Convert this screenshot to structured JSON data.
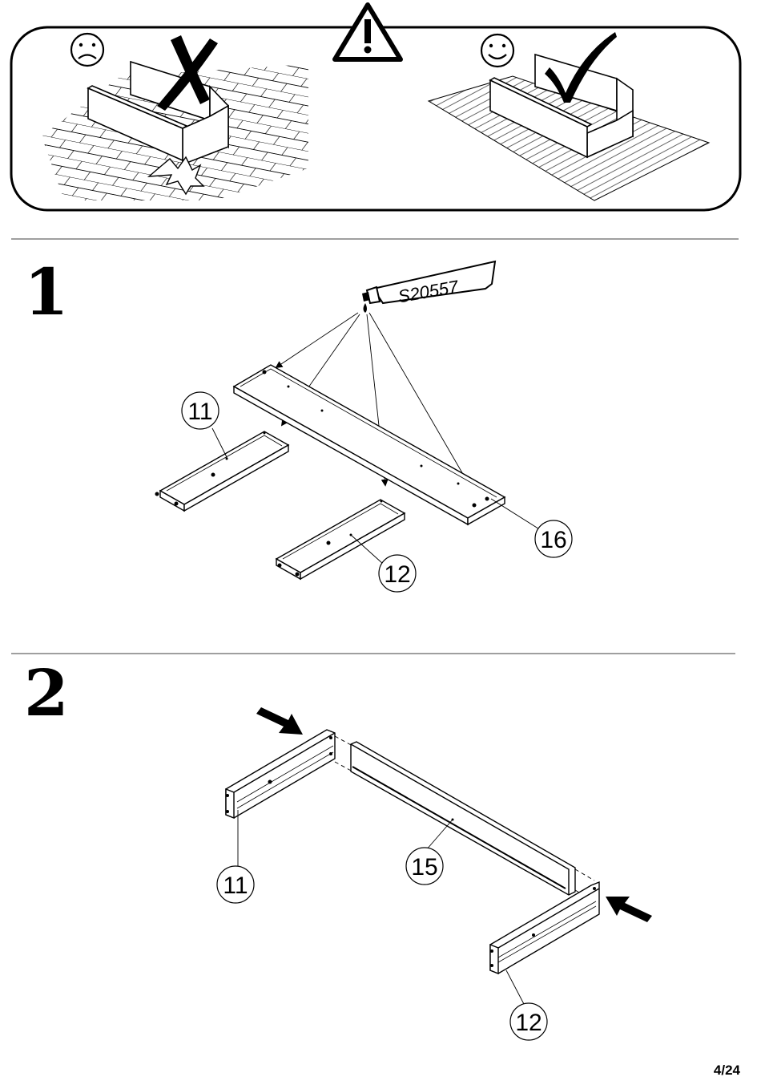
{
  "warning": {
    "bad_face_icon": "sad-face-icon",
    "good_face_icon": "smiley-face-icon",
    "warning_icon": "warning-triangle-icon",
    "cross_icon": "cross-mark-icon",
    "check_icon": "check-mark-icon"
  },
  "step1": {
    "number": "1",
    "glue_label": "S20557",
    "parts": {
      "a": "11",
      "b": "12",
      "c": "16"
    }
  },
  "step2": {
    "number": "2",
    "parts": {
      "a": "11",
      "b": "15",
      "c": "12"
    }
  },
  "page_number": "4/24",
  "colors": {
    "ink": "#000000",
    "paper": "#ffffff"
  }
}
